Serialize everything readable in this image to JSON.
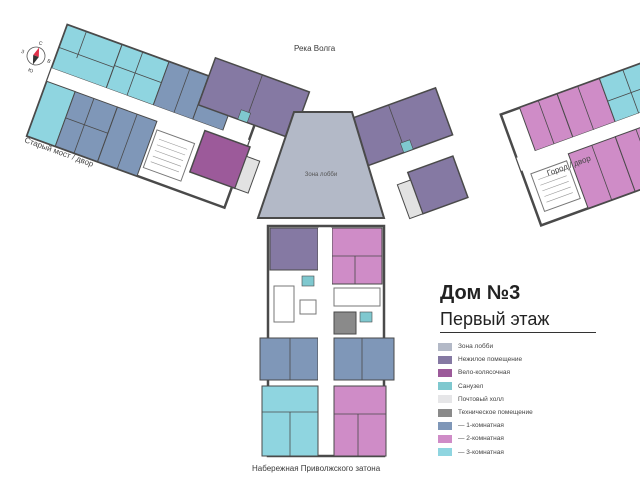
{
  "title": "Дом №3",
  "subtitle": "Первый этаж",
  "compass": {
    "n": "С",
    "s": "Ю",
    "w": "З",
    "e": "В"
  },
  "labels": {
    "top": "Река Волга",
    "left": "Старый мост / двор",
    "right": "Город / двор",
    "bottom": "Набережная Приволжского затона",
    "lobby": "Зона лобби"
  },
  "legend": [
    {
      "label": "Зона лобби",
      "color": "#b3b9c7"
    },
    {
      "label": "Нежилое помещение",
      "color": "#8579a3"
    },
    {
      "label": "Вело-колясочная",
      "color": "#9c5a9a"
    },
    {
      "label": "Санузел",
      "color": "#7fc8cf"
    },
    {
      "label": "Почтовый холл",
      "color": "#e6e6e8"
    },
    {
      "label": "Техническое помещение",
      "color": "#8a8a8a"
    },
    {
      "label": "— 1-комнатная",
      "color": "#7f97b8"
    },
    {
      "label": "— 2-комнатная",
      "color": "#cf8cc7"
    },
    {
      "label": "— 3-комнатная",
      "color": "#8fd5e0"
    }
  ],
  "colors": {
    "lobby": "#b3b9c7",
    "nonres": "#8579a3",
    "bike": "#9c5a9a",
    "wc": "#7fc8cf",
    "mail": "#e6e6e8",
    "tech": "#8a8a8a",
    "one_room": "#7f97b8",
    "two_room": "#cf8cc7",
    "three_room": "#8fd5e0",
    "wall": "#4a4a4a",
    "corridor": "#ffffff"
  }
}
